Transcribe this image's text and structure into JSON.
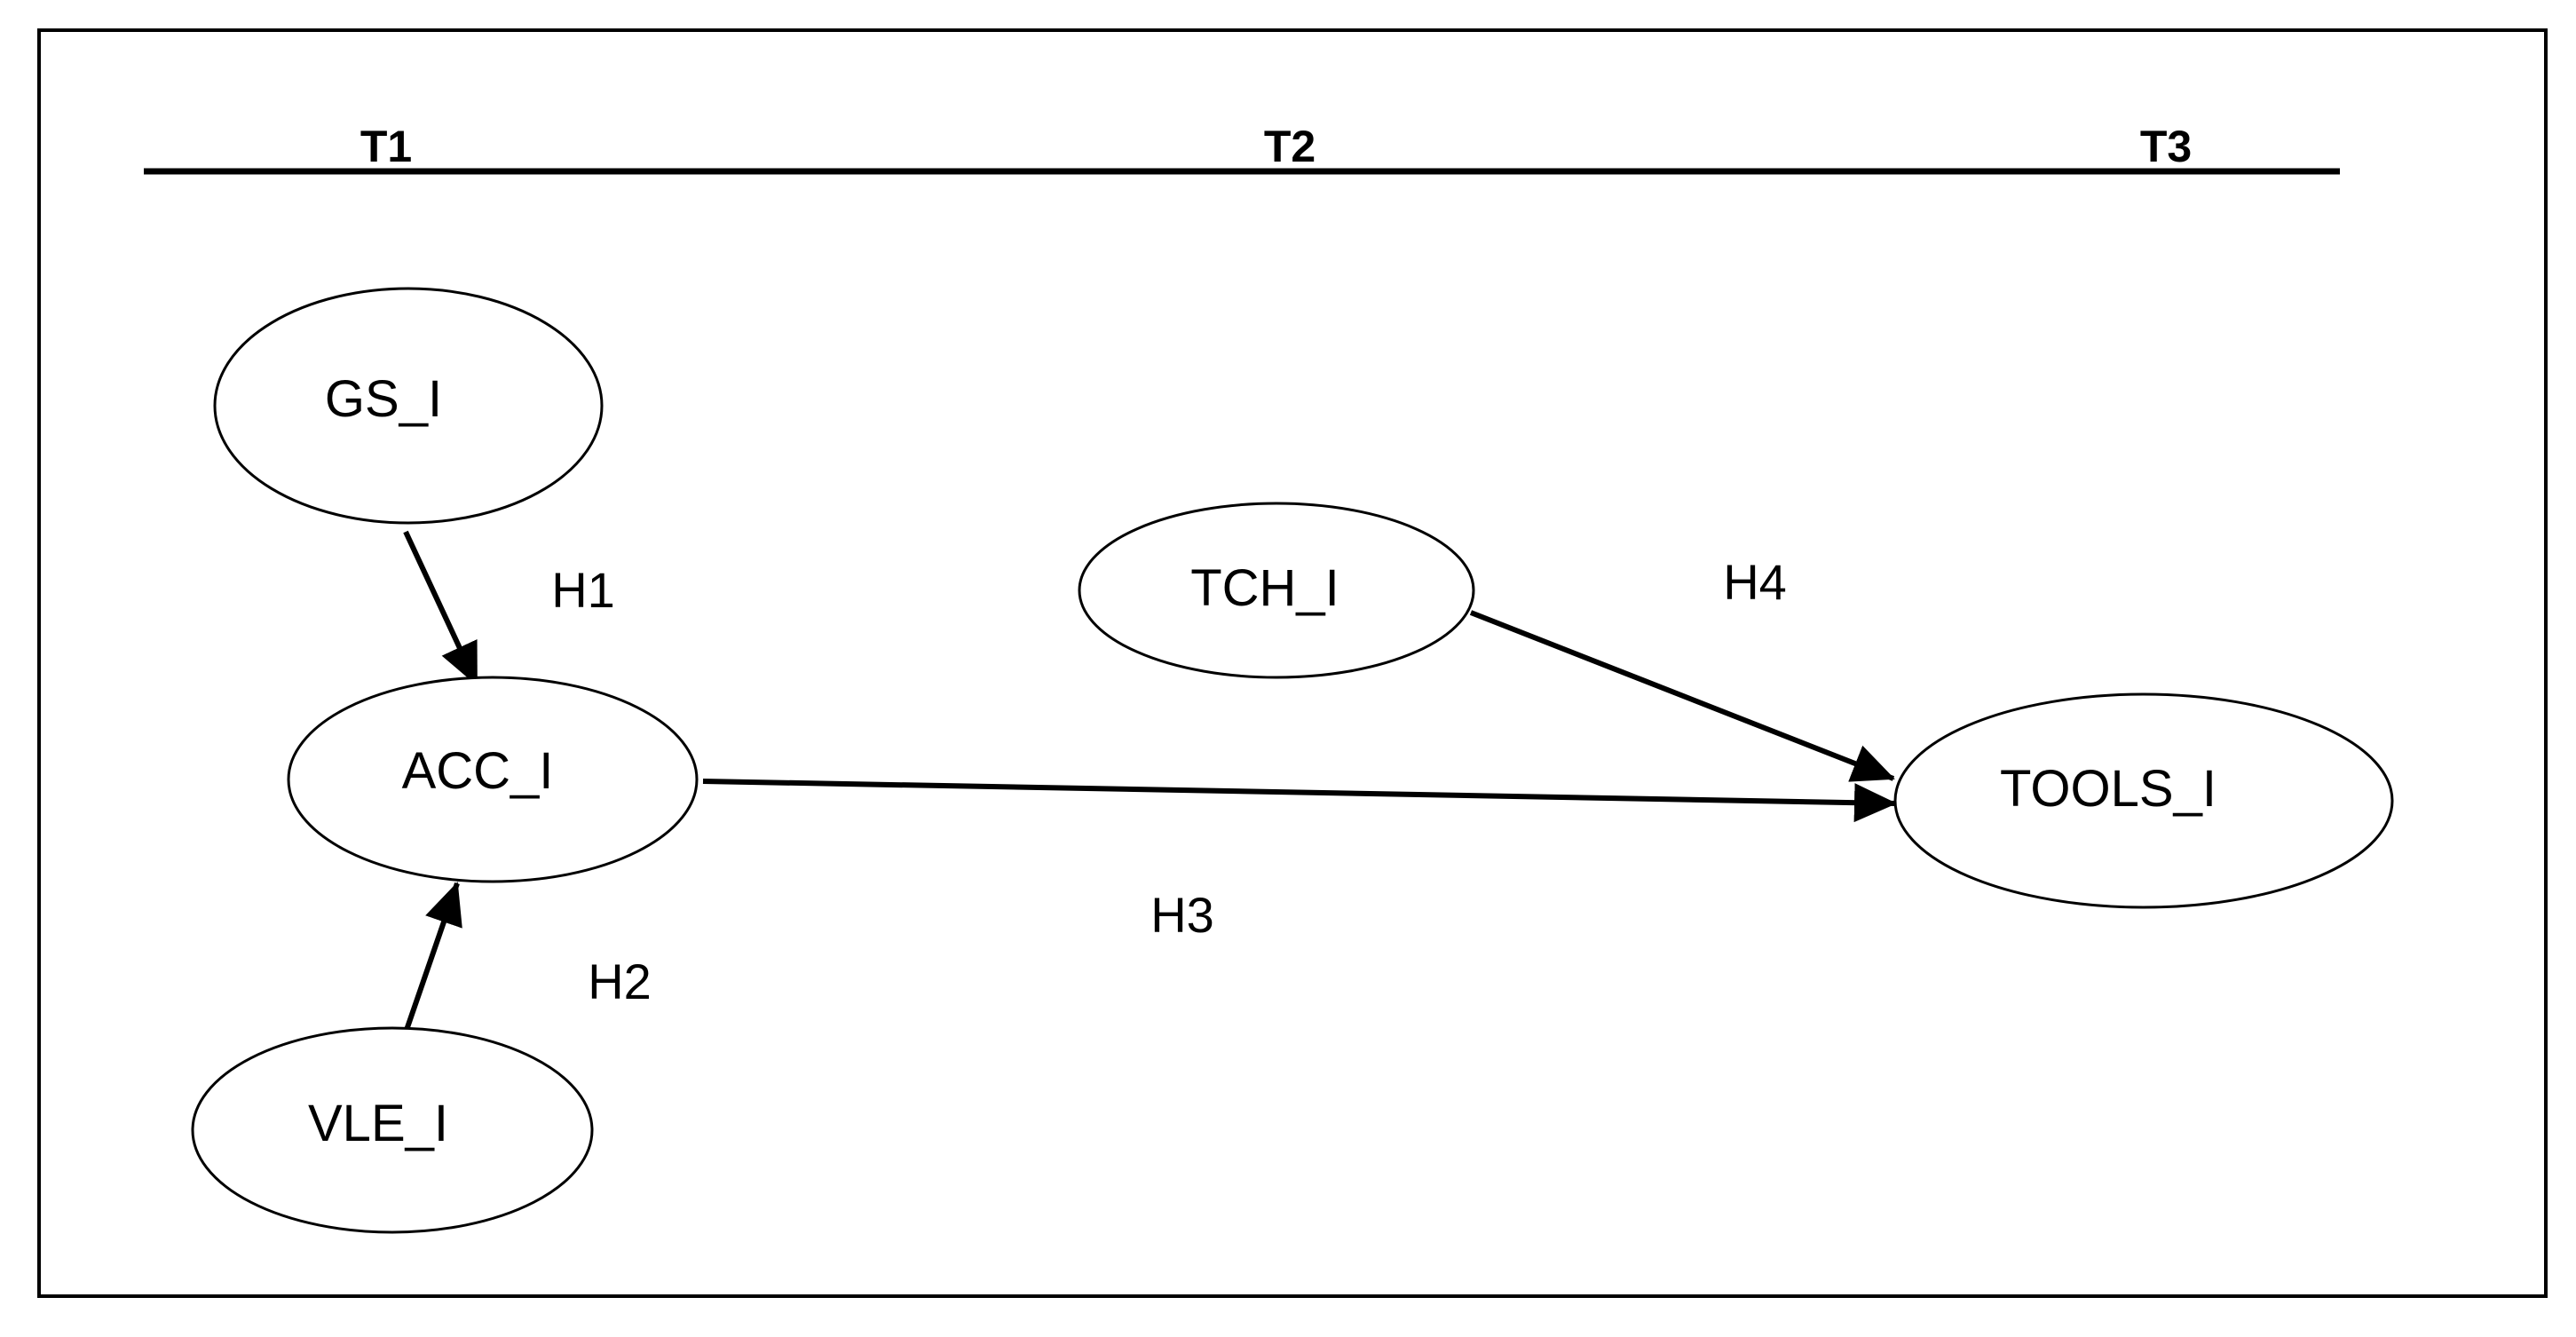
{
  "timeline": {
    "periods": [
      "T1",
      "T2",
      "T3"
    ]
  },
  "nodes": {
    "gs": "GS_I",
    "acc": "ACC_I",
    "vle": "VLE_I",
    "tch": "TCH_I",
    "tools": "TOOLS_I"
  },
  "hypotheses": {
    "h1": "H1",
    "h2": "H2",
    "h3": "H3",
    "h4": "H4"
  },
  "edges": [
    {
      "from": "GS_I",
      "to": "ACC_I",
      "label": "H1"
    },
    {
      "from": "VLE_I",
      "to": "ACC_I",
      "label": "H2"
    },
    {
      "from": "ACC_I",
      "to": "TOOLS_I",
      "label": "H3"
    },
    {
      "from": "TCH_I",
      "to": "TOOLS_I",
      "label": "H4"
    }
  ],
  "colors": {
    "line": "#000000",
    "background": "#ffffff"
  }
}
